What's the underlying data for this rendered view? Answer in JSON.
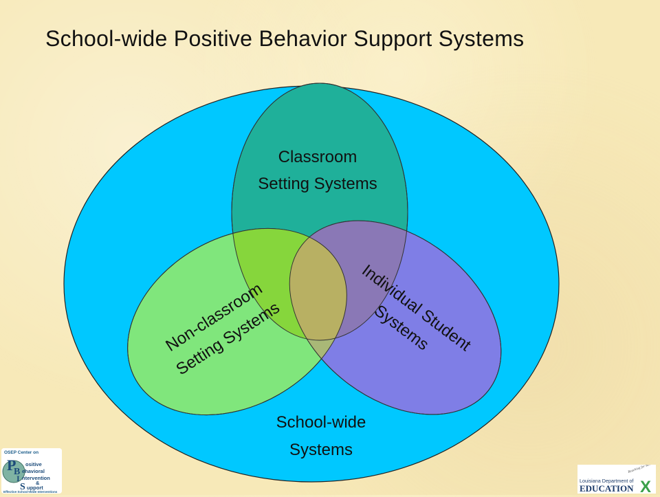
{
  "title": "School-wide Positive Behavior Support Systems",
  "diagram": {
    "classroom": [
      "Classroom",
      "Setting Systems"
    ],
    "non_classroom": [
      "Non-classroom",
      "Setting Systems"
    ],
    "individual": [
      "Individual Student",
      "Systems"
    ],
    "school_wide": [
      "School-wide",
      "Systems"
    ]
  },
  "colors": {
    "outer": "#00c8ff",
    "classroom": "#1fb09a",
    "non_classroom": "#80e67c",
    "individual": "#7f7ee6",
    "center": "#b8b063"
  },
  "logos": {
    "left": {
      "header": "OSEP Center on",
      "letters": [
        "P",
        "B",
        "I",
        "S"
      ],
      "words": [
        "ositive",
        "ehavioral",
        "ntervention",
        "&",
        "upport"
      ],
      "footer": "Effective School-Wide Interventions"
    },
    "right": {
      "line1": "Louisiana Department of",
      "line2": "EDUCATION",
      "slogan": "Reaching for Results",
      "mark": "X"
    }
  }
}
